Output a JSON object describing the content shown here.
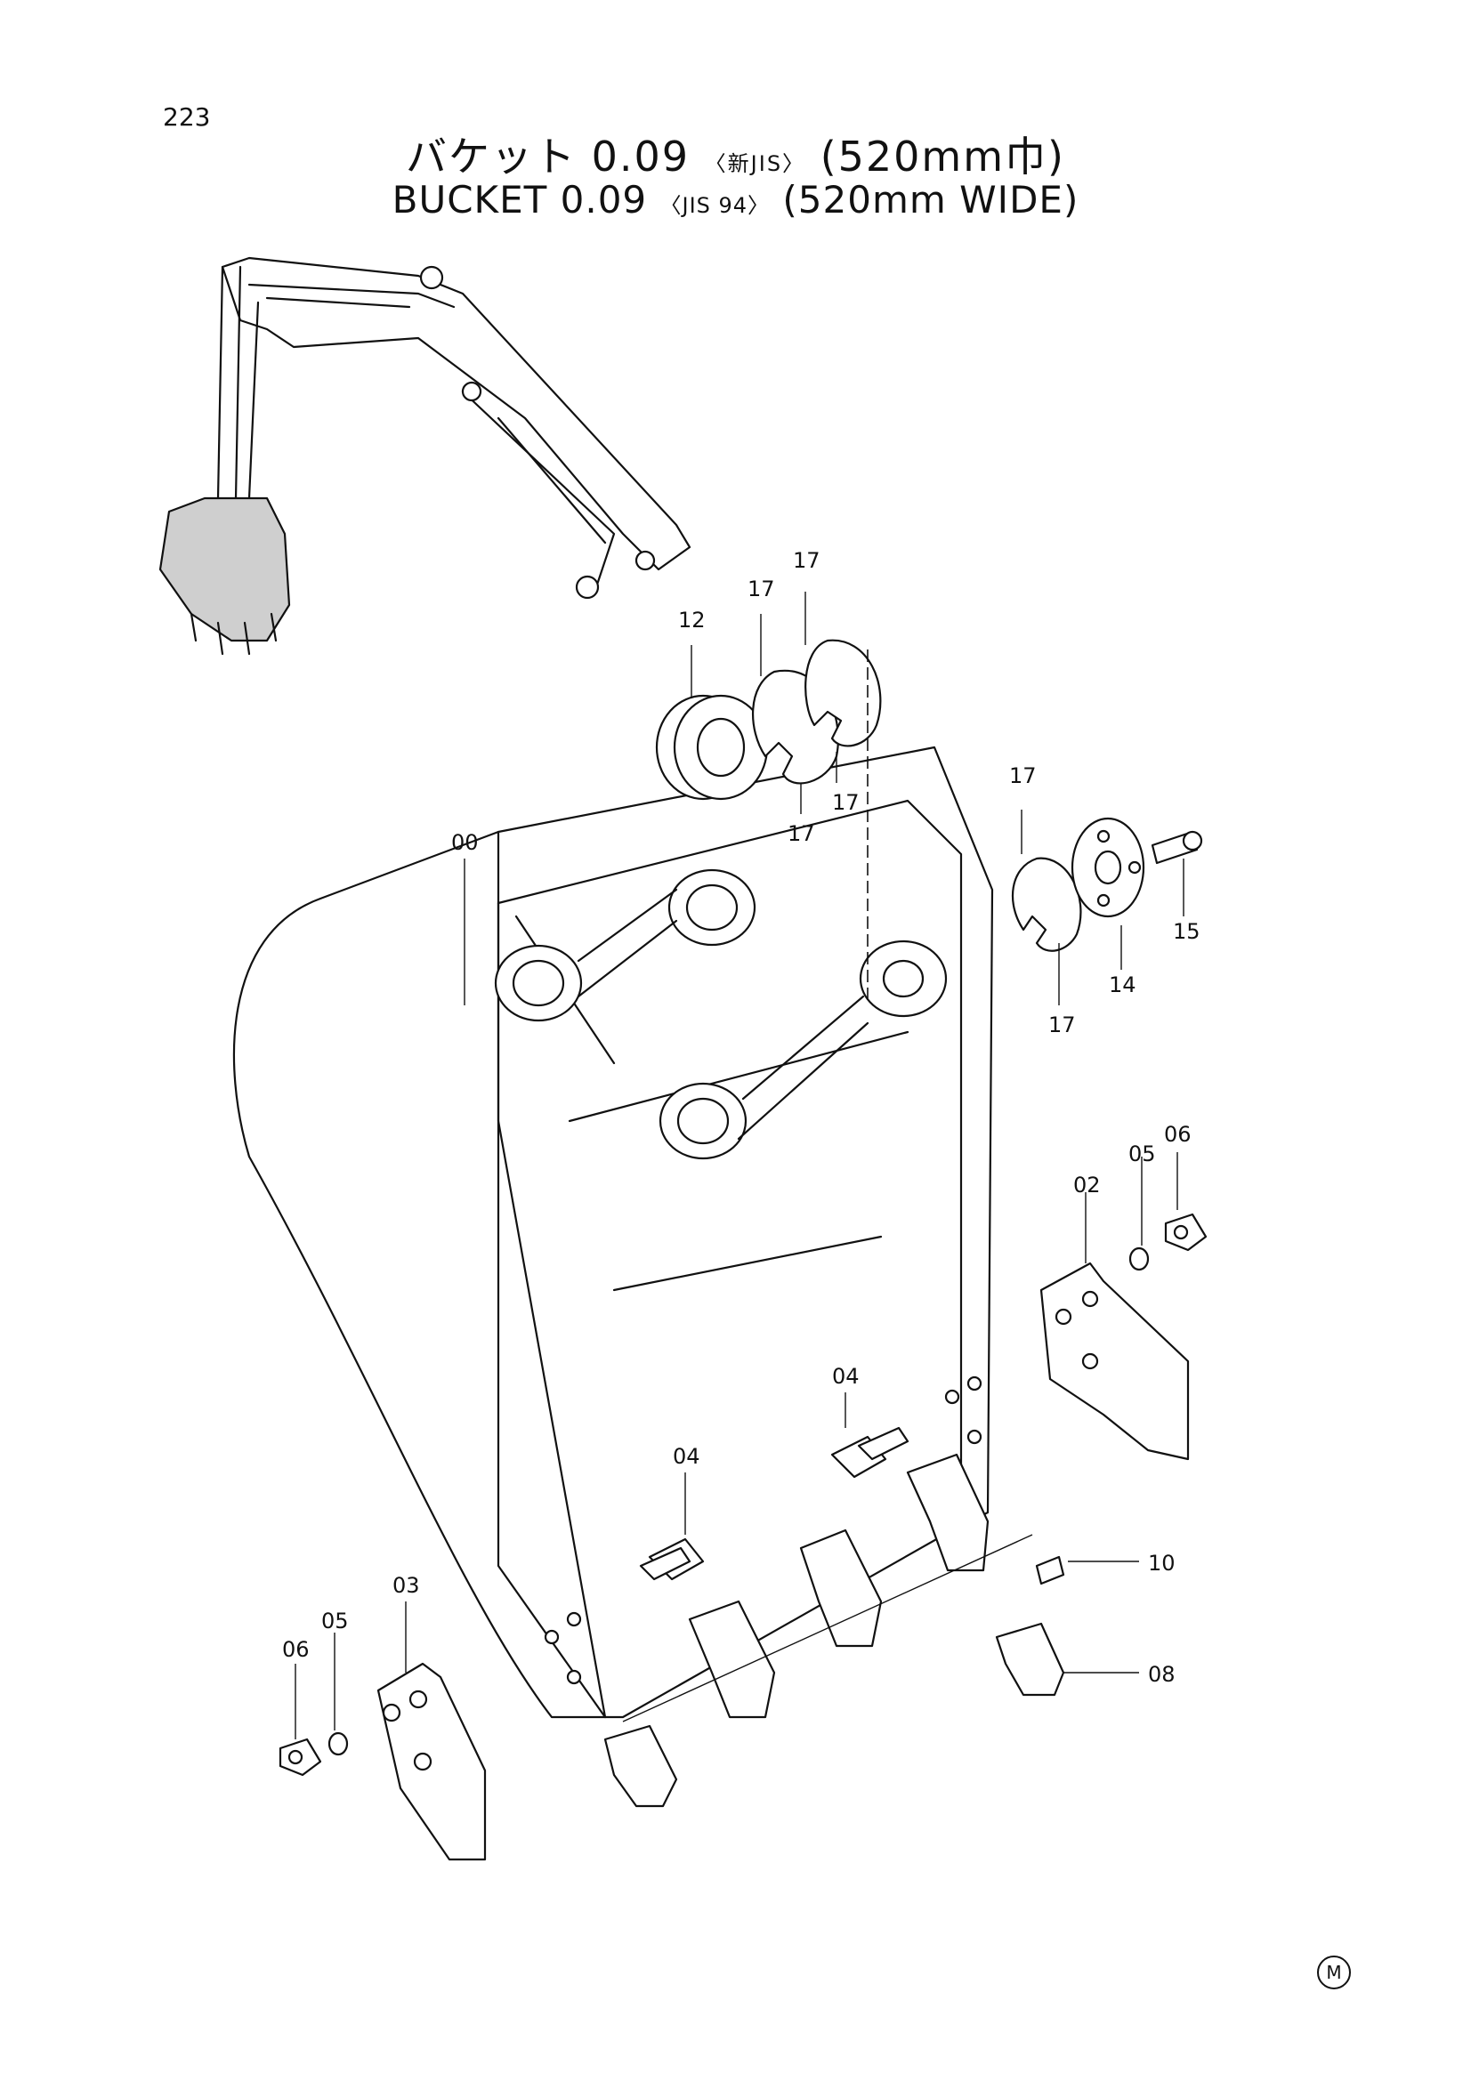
{
  "page_number": "223",
  "title_jp": {
    "main": "バケット 0.09",
    "spec": "〈新JIS〉",
    "width": "(520mm巾)"
  },
  "title_en": {
    "main": "BUCKET 0.09",
    "spec": "〈JIS 94〉",
    "width": "(520mm WIDE)"
  },
  "corner_mark": "M",
  "callouts": {
    "c00": "00",
    "c02": "02",
    "c03": "03",
    "c04a": "04",
    "c04b": "04",
    "c05a": "05",
    "c05b": "05",
    "c06a": "06",
    "c06b": "06",
    "c08": "08",
    "c10": "10",
    "c12": "12",
    "c14": "14",
    "c15": "15",
    "c17a": "17",
    "c17b": "17",
    "c17c": "17",
    "c17d": "17",
    "c17e": "17",
    "c17f": "17"
  }
}
